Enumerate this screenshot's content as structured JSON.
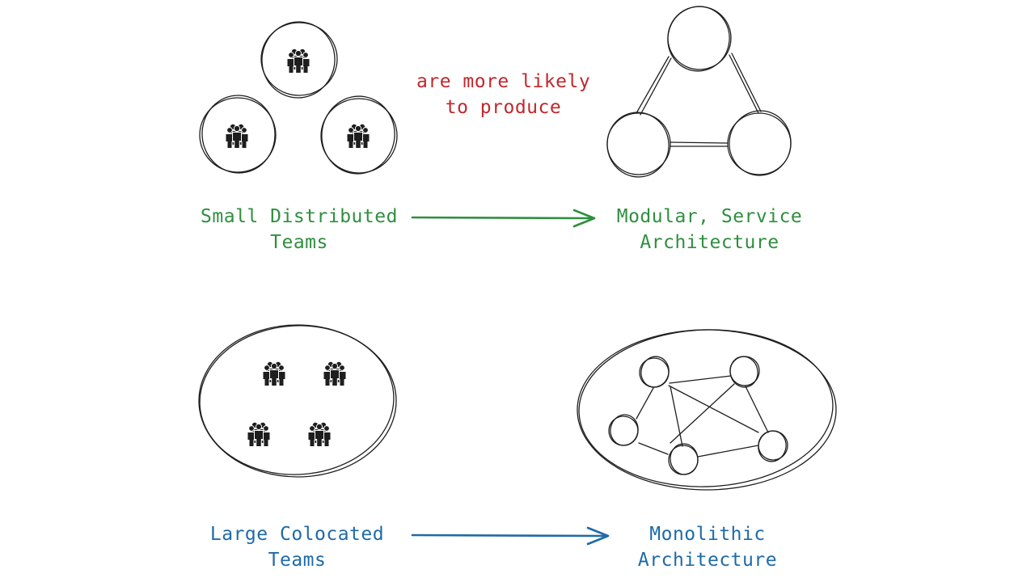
{
  "colors": {
    "green": "#2f8f3f",
    "red": "#c0282d",
    "blue": "#1f6aa8",
    "ink": "#1e1e1e"
  },
  "top": {
    "source": {
      "line1": "Small Distributed",
      "line2": "Teams"
    },
    "connector": {
      "line1": "are more likely",
      "line2": "to produce"
    },
    "target": {
      "line1": "Modular, Service",
      "line2": "Architecture"
    }
  },
  "bottom": {
    "source": {
      "line1": "Large Colocated",
      "line2": "Teams"
    },
    "target": {
      "line1": "Monolithic",
      "line2": "Architecture"
    }
  },
  "icons": {
    "team": "people-group-icon"
  }
}
